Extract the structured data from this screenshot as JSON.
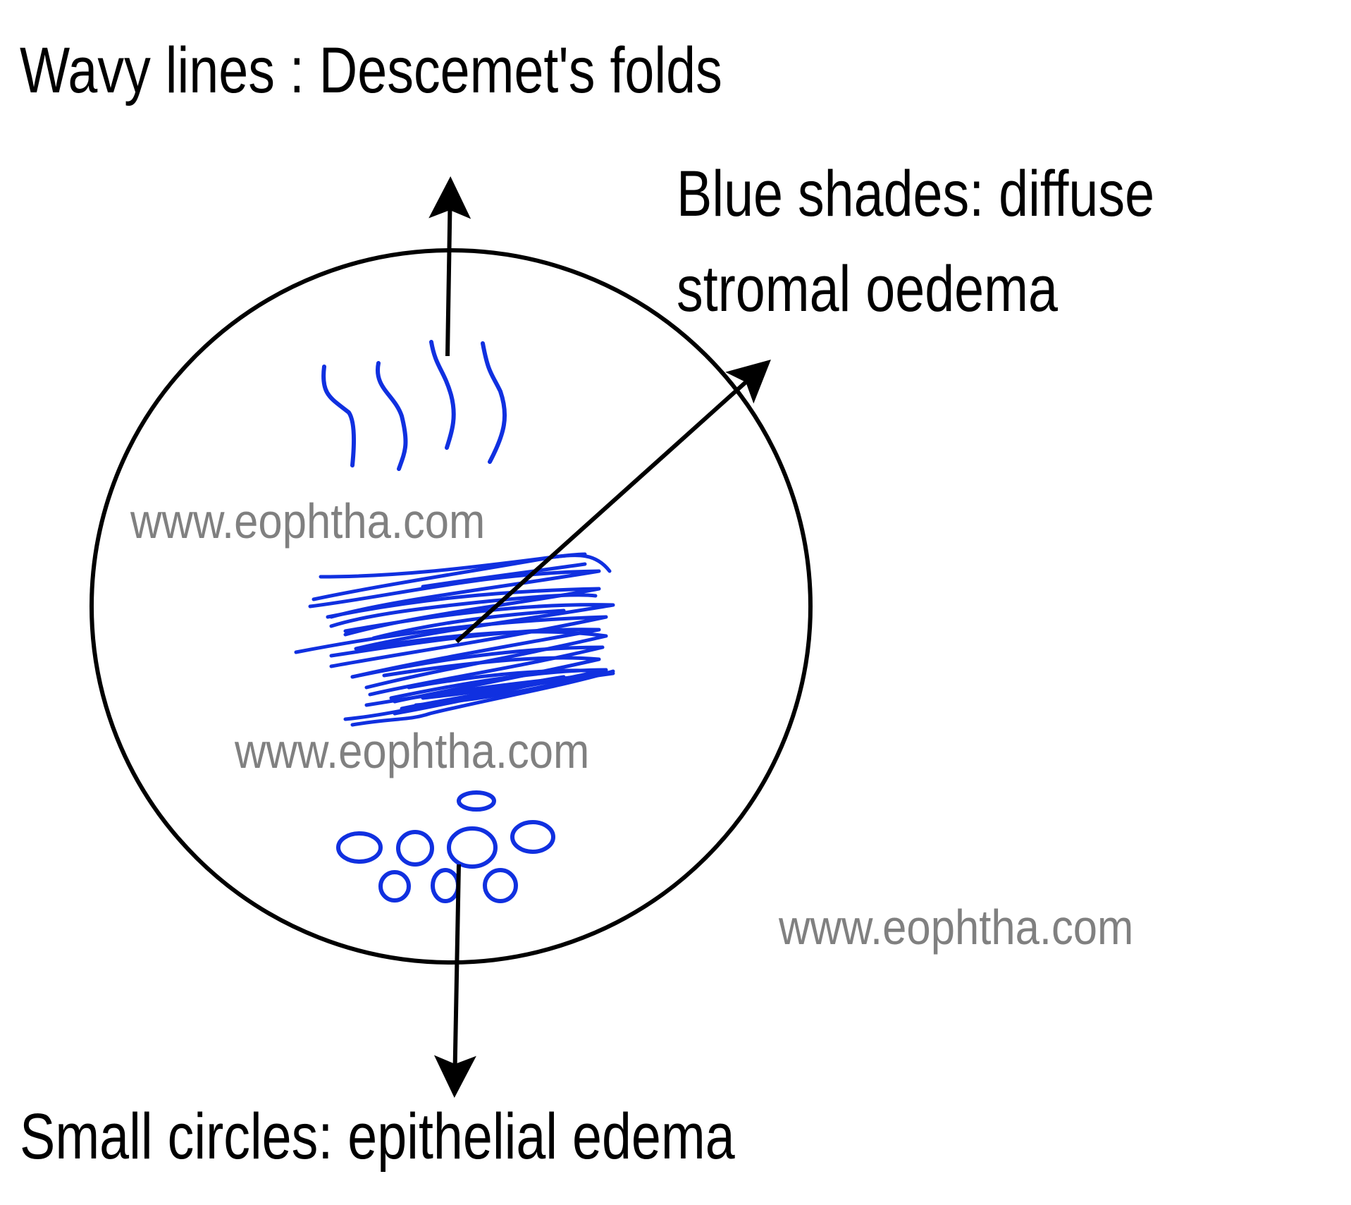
{
  "labels": {
    "wavy": "Wavy lines : Descemet's folds",
    "blue_line1": "Blue shades: diffuse",
    "blue_line2": "stromal oedema",
    "circles": "Small circles: epithelial edema"
  },
  "watermark": "www.eophtha.com",
  "colors": {
    "outline": "#000000",
    "drawing": "#1030e0",
    "watermark": "#808080",
    "background": "#ffffff"
  }
}
